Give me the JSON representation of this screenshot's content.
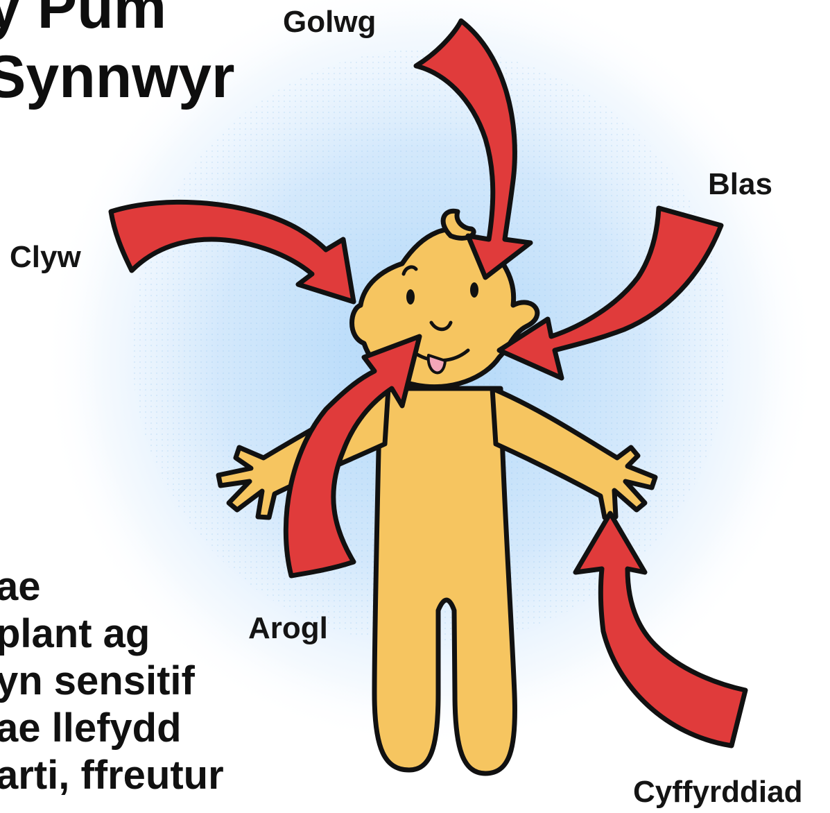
{
  "title": {
    "line1": "y Pum",
    "line2": "Synnwyr"
  },
  "labels": {
    "sight": "Golwg",
    "taste": "Blas",
    "hearing": "Clyw",
    "smell": "Arogl",
    "touch": "Cyffyrddiad"
  },
  "paragraph": {
    "lines": [
      "ae",
      "plant ag",
      "yn sensitif",
      "ae llefydd",
      "arti, ffreutur"
    ]
  },
  "colors": {
    "arrow": "#e03b3b",
    "body": "#f6c560",
    "outline": "#111111",
    "tongue": "#f2a6b8",
    "glow": "#bfe0fb"
  },
  "icons": [
    "child-figure",
    "arrow-icon"
  ]
}
